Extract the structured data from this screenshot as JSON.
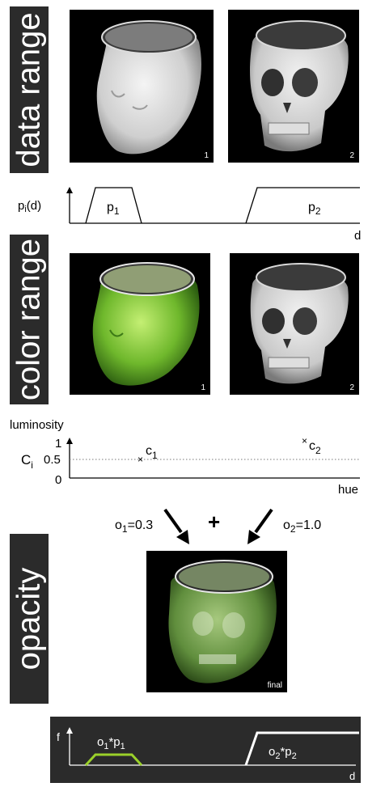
{
  "sections": {
    "data_range": "data range",
    "color_range": "color range",
    "opacity": "opacity"
  },
  "renders": {
    "data_head": "1",
    "data_skull": "2",
    "color_head": "1",
    "color_skull": "2",
    "final": "final"
  },
  "data_graph": {
    "ylabel_main": "p",
    "ylabel_sub": "i",
    "ylabel_tail": "(d)",
    "p1_main": "p",
    "p1_sub": "1",
    "p2_main": "p",
    "p2_sub": "2",
    "xlabel": "d"
  },
  "color_graph": {
    "title": "luminosity",
    "ylabel_main": "C",
    "ylabel_sub": "i",
    "tick_1": "1",
    "tick_05": "0.5",
    "tick_0": "0",
    "xlabel": "hue",
    "c1_main": "c",
    "c1_sub": "1",
    "c2_main": "c",
    "c2_sub": "2",
    "marker": "×"
  },
  "blend": {
    "o1_main": "o",
    "o1_sub": "1",
    "o1_value": "=0.3",
    "plus": "+",
    "o2_main": "o",
    "o2_sub": "2",
    "o2_value": "=1.0"
  },
  "opacity_graph": {
    "ylabel": "f",
    "l1_a": "o",
    "l1_a_sub": "1",
    "l1_b": "*p",
    "l1_b_sub": "1",
    "l2_a": "o",
    "l2_a_sub": "2",
    "l2_b": "*p",
    "l2_b_sub": "2",
    "xlabel": "d"
  },
  "colors": {
    "band": "#2b2b2b",
    "green": "#9bd12a",
    "skin_green": "#6fb82c",
    "bone": "#e6e6e6"
  }
}
